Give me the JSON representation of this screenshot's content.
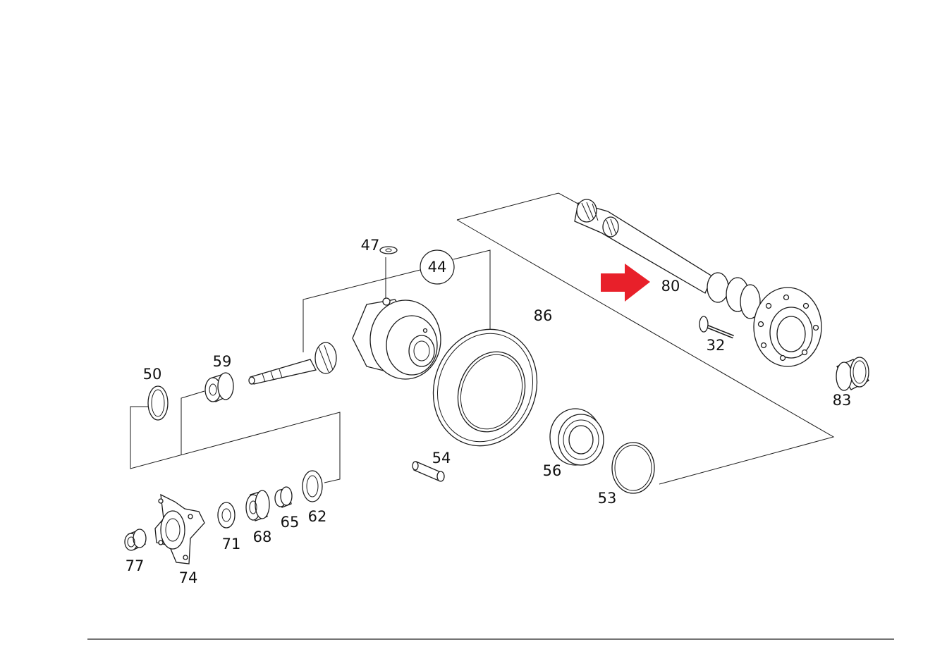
{
  "accent_color": "#e8202a",
  "parts": [
    {
      "id": "p44",
      "label": "44",
      "circled": true
    },
    {
      "id": "p47",
      "label": "47"
    },
    {
      "id": "p50",
      "label": "50"
    },
    {
      "id": "p53",
      "label": "53"
    },
    {
      "id": "p54",
      "label": "54"
    },
    {
      "id": "p56",
      "label": "56"
    },
    {
      "id": "p59",
      "label": "59"
    },
    {
      "id": "p62",
      "label": "62"
    },
    {
      "id": "p65",
      "label": "65"
    },
    {
      "id": "p68",
      "label": "68"
    },
    {
      "id": "p71",
      "label": "71"
    },
    {
      "id": "p74",
      "label": "74"
    },
    {
      "id": "p77",
      "label": "77"
    },
    {
      "id": "p80",
      "label": "80",
      "highlighted": true
    },
    {
      "id": "p83",
      "label": "83"
    },
    {
      "id": "p86",
      "label": "86"
    },
    {
      "id": "p32",
      "label": "32"
    }
  ],
  "icons": {
    "highlight_arrow": "red-arrow-icon"
  }
}
